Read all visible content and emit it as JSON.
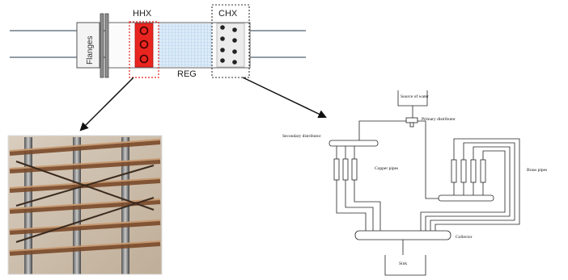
{
  "top_labels": {
    "flanges": "Flanges",
    "hhx": "HHX",
    "chx": "CHX",
    "reg": "REG"
  },
  "schematic_labels": {
    "source_of_water": "Source of water",
    "primary_distributor": "Primary distributor",
    "secondary_distributor": "Secondary distributor",
    "copper_pipes": "Copper pipes",
    "brass_pipes": "Brass pipes",
    "collector": "Collector",
    "sink": "Sink"
  },
  "colors": {
    "hhx_fill": "#e8251f",
    "regenerator_grid": "#b9d6f0",
    "tube_line": "#6f7b86",
    "outline": "#333333"
  }
}
